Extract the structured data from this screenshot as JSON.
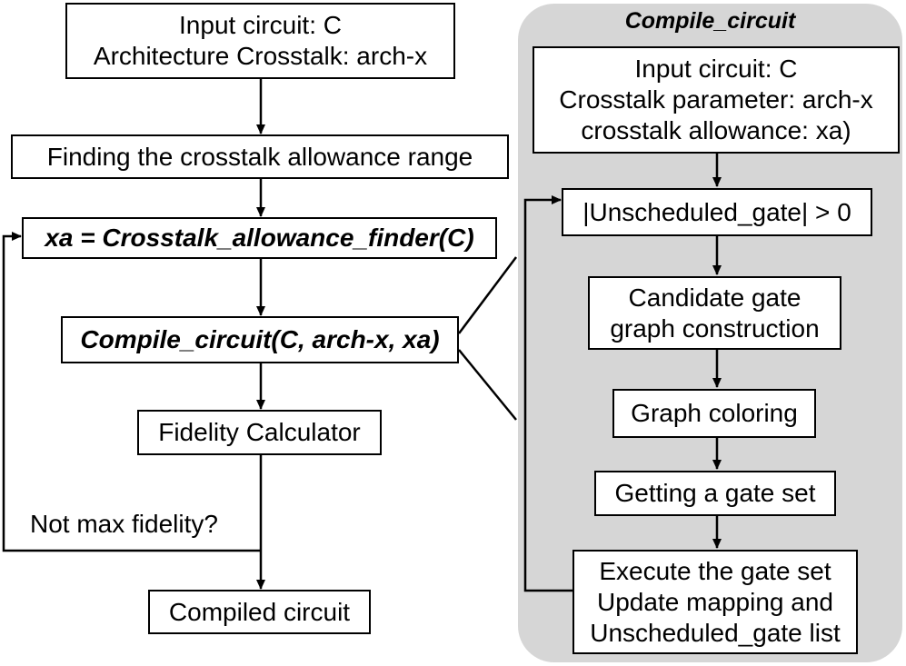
{
  "left_flow": {
    "input_box": {
      "line1": "Input circuit: C",
      "line2": "Architecture Crosstalk: arch-x"
    },
    "range_box": "Finding the crosstalk allowance range",
    "finder_box": "xa = Crosstalk_allowance_finder(C)",
    "compile_box": "Compile_circuit(C, arch-x, xa)",
    "fidelity_box": "Fidelity Calculator",
    "loop_label": "Not max fidelity?",
    "output_box": "Compiled circuit"
  },
  "compile_panel": {
    "title": "Compile_circuit",
    "input_box": {
      "line1": "Input circuit: C",
      "line2": "Crosstalk parameter: arch-x",
      "line3": "crosstalk allowance: xa)"
    },
    "condition_box": "|Unscheduled_gate| > 0",
    "candidate_box": {
      "line1": "Candidate gate",
      "line2": "graph construction"
    },
    "coloring_box": "Graph coloring",
    "gateset_box": "Getting a gate set",
    "execute_box": {
      "line1": "Execute the gate set",
      "line2": "Update mapping and",
      "line3": "Unscheduled_gate list"
    }
  },
  "colors": {
    "panel": "#d6d6d6",
    "line": "#000000",
    "box": "#ffffff"
  }
}
